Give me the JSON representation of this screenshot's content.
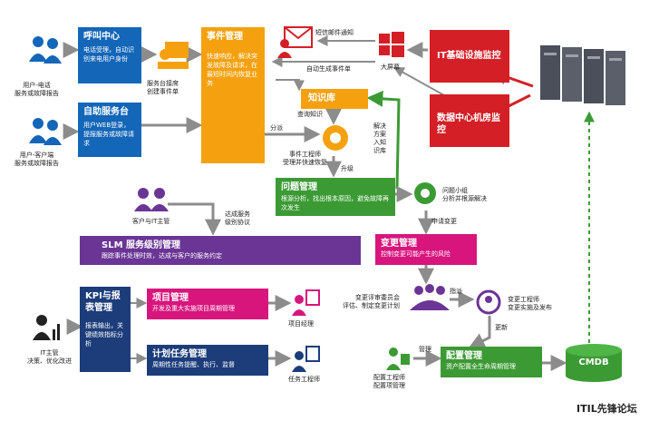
{
  "boxes": {
    "call_center": {
      "title": "呼叫中心",
      "desc": "电话受理，自动识别来电用户身份"
    },
    "self_service": {
      "title": "自助服务台",
      "desc": "用户WEB登录，提报服务或故障请求"
    },
    "event_mgmt": {
      "title": "事件管理",
      "desc": "快速响应，解决突发故障及请求，在最短时间内恢复业务"
    },
    "knowledge": {
      "title": "知识库"
    },
    "it_monitor": {
      "title": "IT基础设施监控"
    },
    "dc_monitor": {
      "title": "数据中心机房监控"
    },
    "problem_mgmt": {
      "title": "问题管理",
      "desc": "根源分析，找出根本原因，避免故障再次发生"
    },
    "slm": {
      "title": "SLM 服务级别管理",
      "desc": "跟踪事件处理时效，达成与客户的服务约定"
    },
    "change_mgmt": {
      "title": "变更管理",
      "desc": "控制变更可能产生的风险"
    },
    "kpi": {
      "title": "KPI与报表管理",
      "desc": "报表输出，关键绩效指标分析"
    },
    "project_mgmt": {
      "title": "项目管理",
      "desc": "开发及重大实施项目周期管理"
    },
    "task_mgmt": {
      "title": "计划任务管理",
      "desc": "周期性任务提醒、执行、监督"
    },
    "config_mgmt": {
      "title": "配置管理",
      "desc": "资产配置全生命周期管理"
    },
    "cmdb": {
      "title": "CMDB"
    }
  },
  "labels": {
    "user_phone": "用户-电话\n服务或故障报告",
    "user_client": "用户-客户端\n服务或故障报告",
    "service_desk": "服务台接席\n创建事件单",
    "sms_mail": "短信邮件通知",
    "auto_event": "自动生成事件单",
    "big_screen": "大屏幕",
    "query_kb": "查询知识",
    "dispatch": "分派",
    "engineer": "事件工程师\n受理并快速恢复",
    "solution": "解决\n方案\n入知\n识库",
    "escalate": "升级",
    "problem_group": "问题小组\n分析并根源解决",
    "customer_it": "客户与IT主管",
    "sla": "达成服务\n级别协议",
    "apply_change": "申请变更",
    "assign": "指派",
    "cab": "变更评审委员会\n评估、制定变更计划",
    "change_engineer": "变更工程师\n变更实施及发布",
    "update": "更新",
    "project_manager": "项目经理",
    "task_engineer": "任务工程师",
    "it_manager": "IT主管\n决策、优化改进",
    "manage": "管理",
    "config_engineer": "配置工程师\n配置项管理",
    "watermark": "ITIL先锋论坛"
  },
  "colors": {
    "blue": "#1366b8",
    "orange": "#f5a10f",
    "red": "#d41f26",
    "green": "#3c9a34",
    "purple": "#6a3595",
    "magenta": "#d8157d",
    "navy": "#1c3d7a",
    "gray": "#8c8c8c"
  }
}
